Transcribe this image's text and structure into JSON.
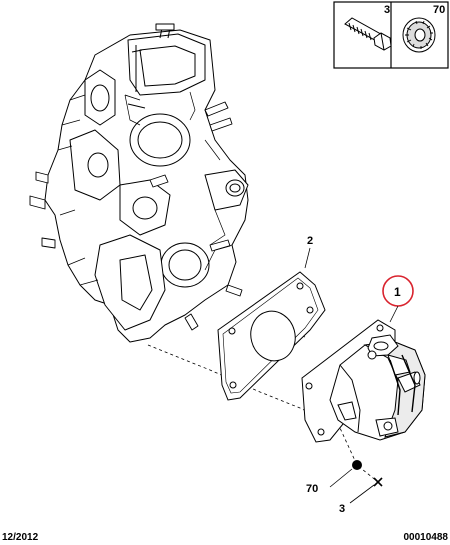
{
  "legend": {
    "items": [
      {
        "number": "3",
        "icon": "bolt-icon"
      },
      {
        "number": "70",
        "icon": "serrated-washer-icon"
      }
    ]
  },
  "callouts": {
    "item_1": "1",
    "item_2": "2",
    "item_70": "70",
    "item_3": "3"
  },
  "highlight_color": "#d9232e",
  "footer": {
    "date": "12/2012",
    "reference": "00010488"
  }
}
